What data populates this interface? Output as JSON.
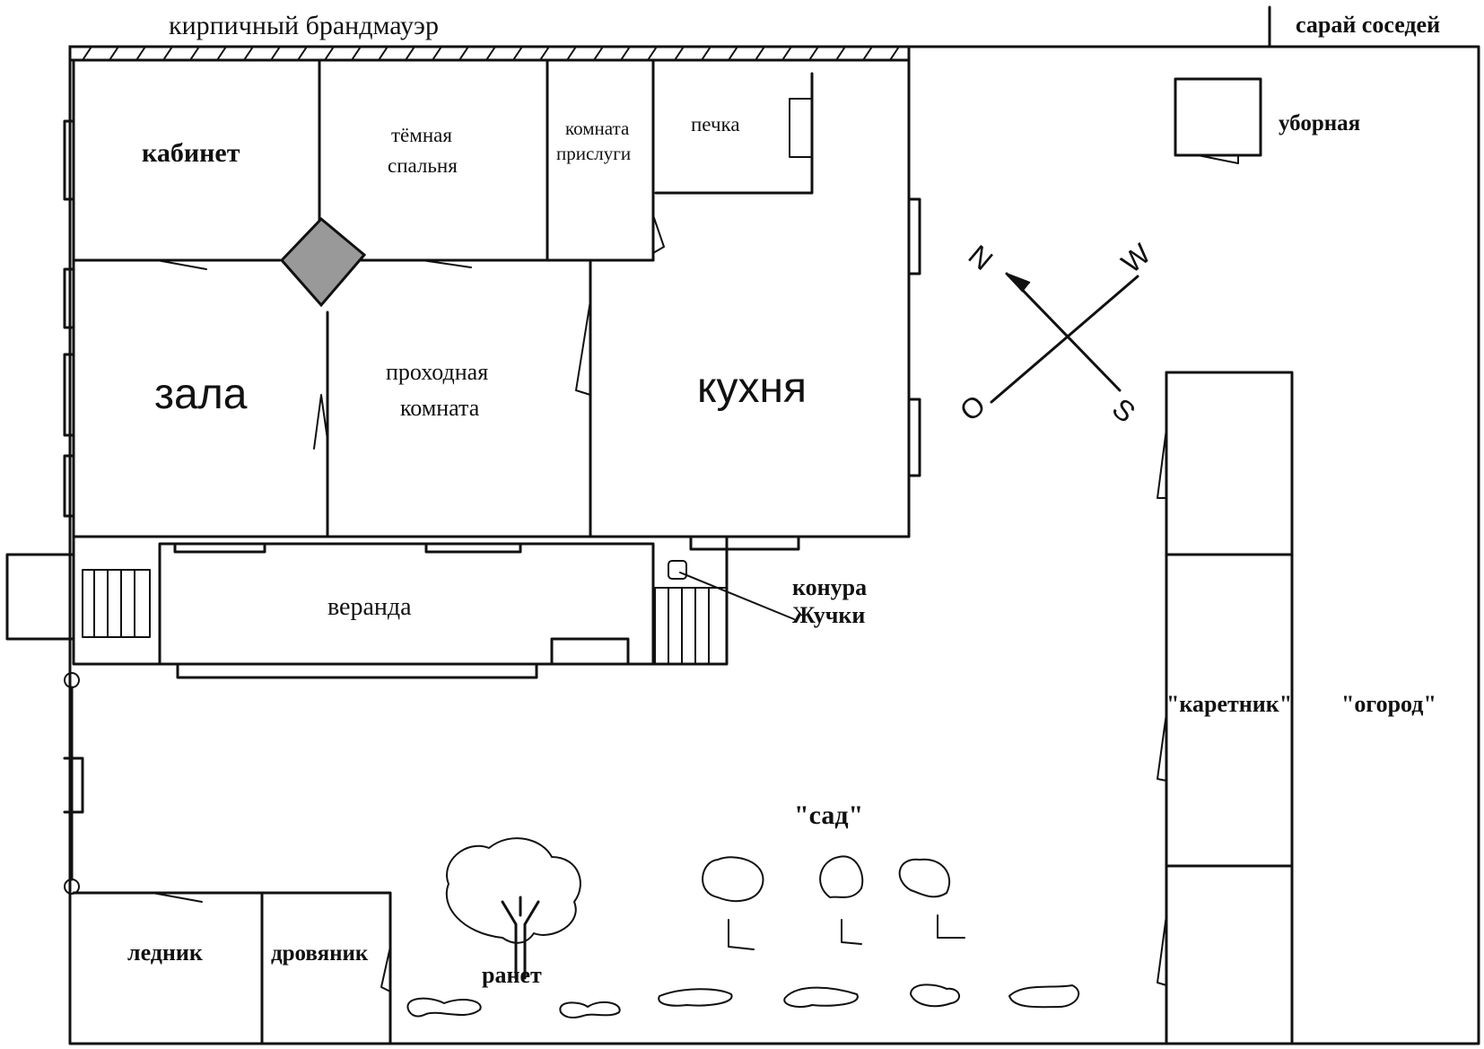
{
  "labels": {
    "firewall": "кирпичный брандмауэр",
    "neighbors_shed": "сарай соседей",
    "study": "кабинет",
    "dark_bedroom_line1": "тёмная",
    "dark_bedroom_line2": "спальня",
    "servant_room_line1": "комната",
    "servant_room_line2": "прислуги",
    "stove": "печка",
    "toilet": "уборная",
    "hall": "зала",
    "passage_room_line1": "проходная",
    "passage_room_line2": "комната",
    "kitchen": "кухня",
    "veranda": "веранда",
    "doghouse_line1": "конура",
    "doghouse_line2": "Жучки",
    "carriage_house": "\"каретник\"",
    "vegetable_garden": "\"огород\"",
    "garden": "\"сад\"",
    "icehouse": "ледник",
    "woodshed": "дровяник",
    "ranet": "ранет"
  },
  "compass": {
    "n": "N",
    "w": "W",
    "o": "O",
    "s": "S"
  }
}
